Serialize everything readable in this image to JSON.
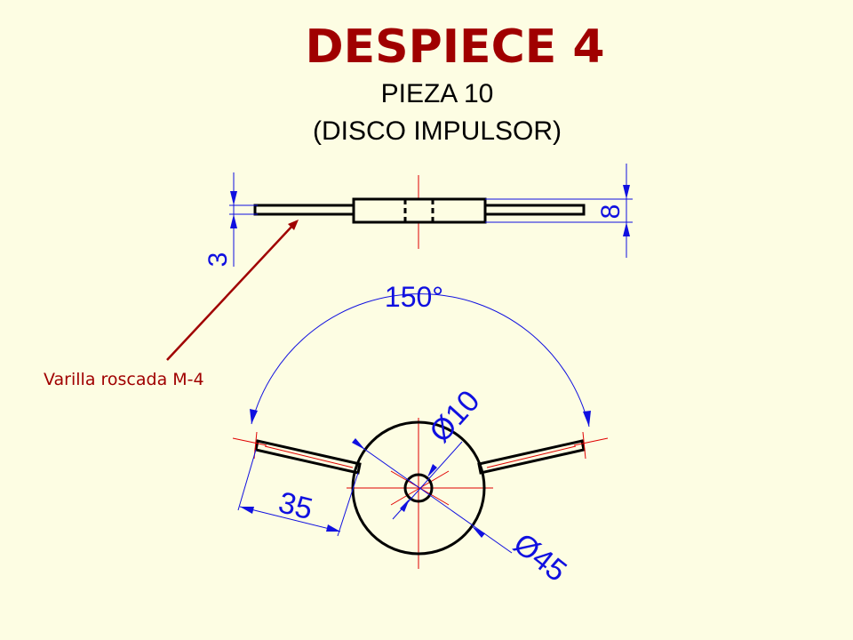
{
  "colors": {
    "background": "#FDFDE3",
    "title": "#A00000",
    "dimension": "#1010E0",
    "centerline": "#E00000",
    "geometry": "#000000",
    "leader": "#A00000"
  },
  "heading": {
    "title": "DESPIECE 4",
    "piece": "PIEZA 10",
    "piece_name": "(DISCO IMPULSOR)"
  },
  "side_view": {
    "thickness_dim": "8",
    "rod_dim": "3"
  },
  "top_view": {
    "angle_dim": "150°",
    "hole_dim": "Ø10",
    "disc_dim": "Ø45",
    "length_dim": "35"
  },
  "callout": {
    "label": "Varilla roscada M-4"
  }
}
